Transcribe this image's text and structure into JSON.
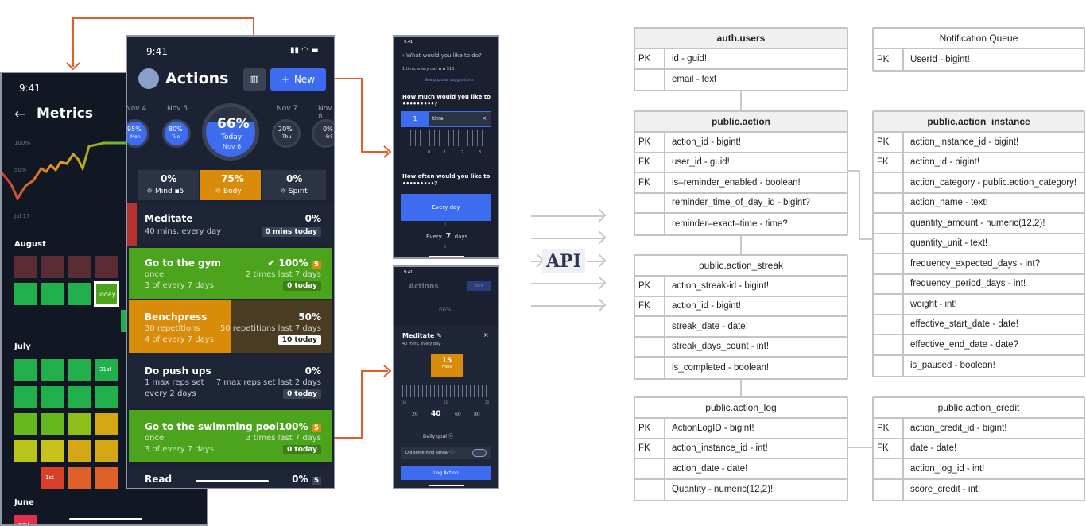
{
  "metrics": {
    "time": "9:41",
    "back": "←",
    "title": "Metrics",
    "y100": "100%",
    "y50": "50%",
    "xlab": "Jul 17",
    "august": "August",
    "july": "July",
    "june": "June",
    "today": "Today",
    "d31": "31st",
    "d1": "1st",
    "d30": "30th"
  },
  "actions": {
    "time": "9:41",
    "title": "Actions",
    "new_label": "New",
    "dates": [
      "Nov 4",
      "Nov 5",
      "Nov 7",
      "Nov 8"
    ],
    "days": [
      {
        "pct": "95%",
        "d": "Mon"
      },
      {
        "pct": "80%",
        "d": "Tue"
      },
      {
        "pct": "20%",
        "d": "Thu"
      },
      {
        "pct": "0%",
        "d": "Fri"
      }
    ],
    "today": {
      "pct": "66%",
      "label": "Today",
      "date": "Nov 6"
    },
    "cats": [
      {
        "pct": "0%",
        "name": "Mind",
        "badge": "5"
      },
      {
        "pct": "75%",
        "name": "Body"
      },
      {
        "pct": "0%",
        "name": "Spirit"
      }
    ],
    "items": [
      {
        "title": "Meditate",
        "sub": "40 mins, every day",
        "pct": "0%",
        "badge": "0 mins today"
      },
      {
        "title": "Go to the gym",
        "sub": "once",
        "sub2": "3 of every 7 days",
        "pct": "100%",
        "streak": "5",
        "right": "2 times last 7 days",
        "badge": "0 today"
      },
      {
        "title": "Benchpress",
        "sub": "30 repetitions",
        "sub2": "4 of every 7 days",
        "pct": "50%",
        "right": "50 repetitions last 7 days",
        "badge": "10 today"
      },
      {
        "title": "Do push ups",
        "sub": "1 max reps set",
        "sub2": "every 2 days",
        "pct": "0%",
        "right": "7 max reps set last 2 days",
        "badge": "0 today"
      },
      {
        "title": "Go to the swimming pool",
        "sub": "once",
        "sub2": "3 of every 7 days",
        "pct": "100%",
        "streak": "5",
        "right": "3 times last 7 days",
        "badge": "0 today"
      },
      {
        "title": "Read",
        "pct": "0%",
        "streak": "5"
      }
    ]
  },
  "create": {
    "time": "9:41",
    "q": "What would you like to do?",
    "freq": "1 time, every day",
    "cnt": "510",
    "sugg": "See popular suggestions",
    "how_much": "How much would you like to",
    "how_much2": "•••••••••?",
    "val": "1",
    "unit": "time",
    "ticks": [
      "0",
      "1",
      "2",
      "3"
    ],
    "how_often": "How often would you like to",
    "how_often2": "•••••••••?",
    "every_day": "Every day",
    "every": "Every",
    "n": "7",
    "days": "days",
    "above": "0",
    "below": "8"
  },
  "log": {
    "time": "9:41",
    "bg_title": "Actions",
    "bg_new": "New",
    "bg_pct": "66%",
    "title": "Meditate",
    "sub": "40 mins, every day",
    "val": "15",
    "unit": "mins",
    "ticks": [
      "10",
      "15",
      "20"
    ],
    "opts": [
      "20",
      "40",
      "60",
      "80"
    ],
    "daily": "Daily goal",
    "similar": "Did something similar",
    "btn": "Log Action"
  },
  "api": "API",
  "tables": {
    "auth_users": {
      "name": "auth.users",
      "rows": [
        [
          "PK",
          "id - guid!"
        ],
        [
          "",
          "email - text"
        ]
      ]
    },
    "notif": {
      "name": "Notification Queue",
      "rows": [
        [
          "PK",
          "UserId - bigint!"
        ]
      ]
    },
    "action": {
      "name": "public.action",
      "rows": [
        [
          "PK",
          "action_id - bigint!"
        ],
        [
          "FK",
          "user_id - guid!"
        ],
        [
          "FK",
          "is–reminder_enabled - boolean!"
        ],
        [
          "",
          "reminder_time_of_day_id - bigint?"
        ],
        [
          "",
          "reminder–exact–time - time?"
        ]
      ]
    },
    "instance": {
      "name": "public.action_instance",
      "rows": [
        [
          "PK",
          "action_instance_id - bigint!"
        ],
        [
          "FK",
          "action_id - bigint!"
        ],
        [
          "",
          "action_category - public.action_category!"
        ],
        [
          "",
          "action_name - text!"
        ],
        [
          "",
          "quantity_amount - numeric(12,2)!"
        ],
        [
          "",
          "quantity_unit - text!"
        ],
        [
          "",
          "frequency_expected_days - int?"
        ],
        [
          "",
          "frequency_period_days - int!"
        ],
        [
          "",
          "weight - int!"
        ],
        [
          "",
          "effective_start_date - date!"
        ],
        [
          "",
          "effective_end_date - date?"
        ],
        [
          "",
          "is_paused - boolean!"
        ]
      ]
    },
    "streak": {
      "name": "public.action_streak",
      "rows": [
        [
          "PK",
          "action_streak-id - bigint!"
        ],
        [
          "FK",
          "action_id - bigint!"
        ],
        [
          "",
          "streak_date - date!"
        ],
        [
          "",
          "streak_days_count - int!"
        ],
        [
          "",
          "is_completed - boolean!"
        ]
      ]
    },
    "log": {
      "name": "public.action_log",
      "rows": [
        [
          "PK",
          "ActionLogID - bigint!"
        ],
        [
          "FK",
          "action_instance_id - int!"
        ],
        [
          "",
          "action_date - date!"
        ],
        [
          "",
          "Quantity - numeric(12,2)!"
        ]
      ]
    },
    "credit": {
      "name": "public.action_credit",
      "rows": [
        [
          "PK",
          "action_credit_id - bigint!"
        ],
        [
          "FK",
          "date - date!"
        ],
        [
          "",
          "action_log_id - int!"
        ],
        [
          "",
          "score_credit - int!"
        ]
      ]
    }
  },
  "colors": {
    "accent": "#3d6cf0",
    "orange": "#e35d2a",
    "green": "#4ca41c",
    "amber": "#d98c0a",
    "red": "#b83232"
  }
}
